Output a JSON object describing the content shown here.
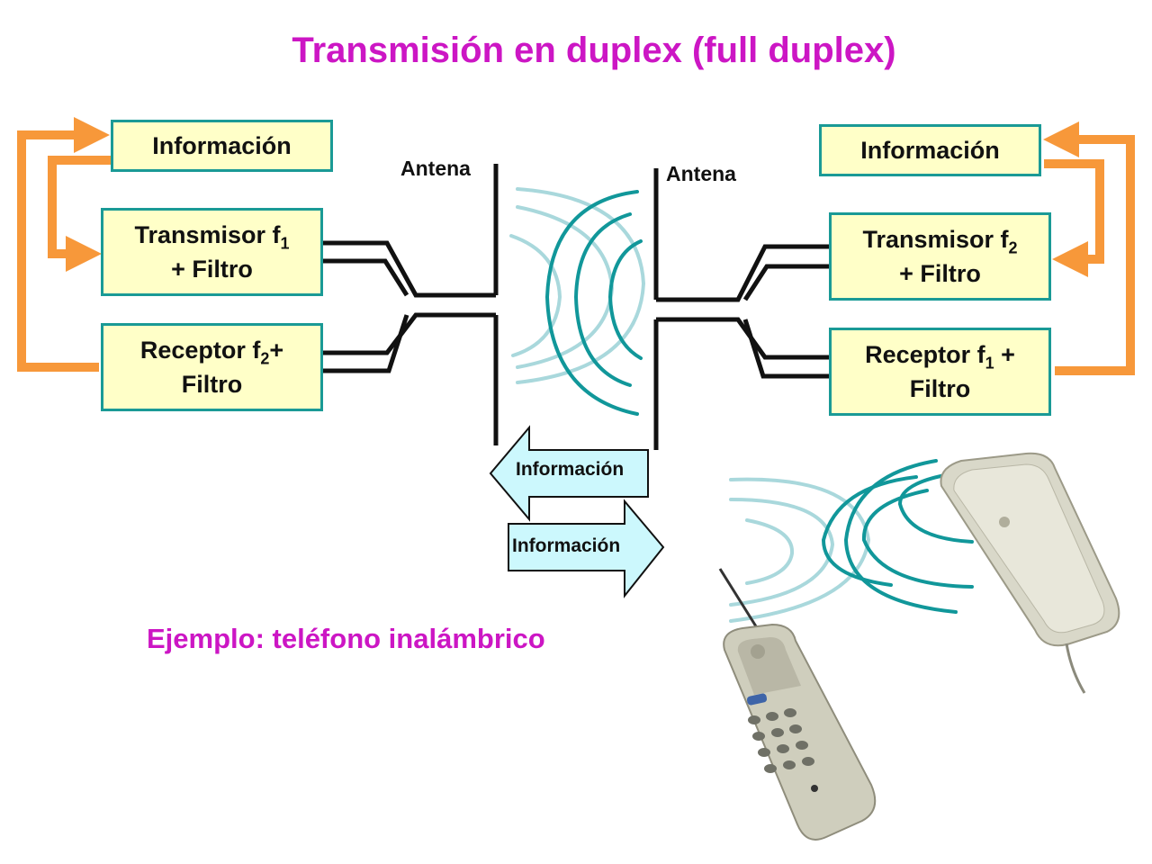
{
  "title": "Transmisión en duplex (full duplex)",
  "left": {
    "info_label": "Información",
    "transmitter": {
      "line1_text": "Transmisor f",
      "line1_sub": "1",
      "line2": "+ Filtro"
    },
    "receiver": {
      "line1_text": "Receptor f",
      "line1_sub": "2",
      "line1_after": "+",
      "line2": "Filtro"
    },
    "antenna_label": "Antena"
  },
  "right": {
    "info_label": "Información",
    "transmitter": {
      "line1_text": "Transmisor f",
      "line1_sub": "2",
      "line2": "+ Filtro"
    },
    "receiver": {
      "line1_text": "Receptor f",
      "line1_sub": "1",
      "line1_after": " +",
      "line2": "Filtro"
    },
    "antenna_label": "Antena"
  },
  "arrows": {
    "left_arrow_label": "Información",
    "right_arrow_label": "Información"
  },
  "example_label": "Ejemplo: teléfono inalámbrico",
  "colors": {
    "title": "#cc16c4",
    "box_fill": "#ffffc8",
    "box_border": "#1a9a96",
    "feedback_arrow": "#f7983a",
    "wave_dark": "#11979a",
    "wave_light": "#a9d8dc",
    "arrow_fill": "#ccf8fd"
  },
  "icons": [
    "cordless-handset-icon",
    "base-station-icon",
    "radio-wave-icon"
  ]
}
